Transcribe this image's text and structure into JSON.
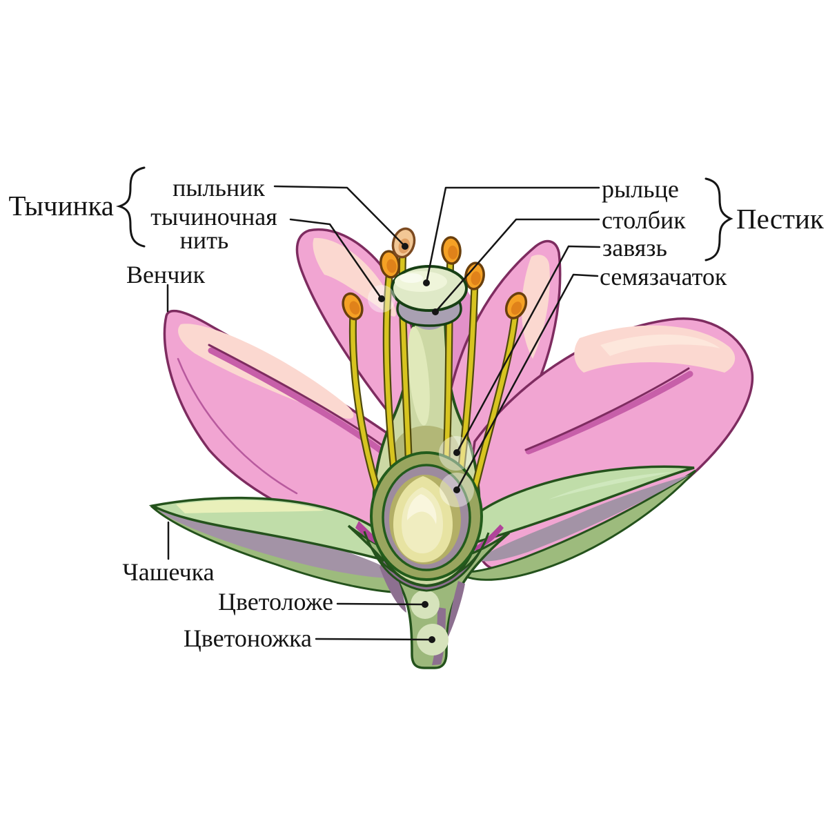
{
  "diagram_title": "flower-anatomy-diagram",
  "labels": {
    "stamen_group": "Тычинка",
    "anther": "пыльник",
    "filament_line1": "тычиночная",
    "filament_line2": "нить",
    "corolla": "Венчик",
    "stigma": "рыльце",
    "style": "столбик",
    "ovary": "завязь",
    "ovule": "семязачаток",
    "pistil_group": "Пестик",
    "calyx": "Чашечка",
    "receptacle": "Цветоложе",
    "pedicel": "Цветоножка"
  },
  "colors": {
    "petal_pink": "#F1A5D2",
    "petal_highlight": "#FBD8D0",
    "petal_shadow": "#CE6FB4",
    "petal_outline": "#7E2C60",
    "petal_back": "#E391C9",
    "filament_yellow": "#D7C420",
    "filament_outline": "#4F4A0C",
    "anther_orange": "#F5A125",
    "anther_orange_dark": "#E0821A",
    "anther_outline": "#693F0D",
    "anther_beige": "#F2C795",
    "anther_beige_dark": "#E09F63",
    "anther_beige_outline": "#7C4A20",
    "pistil_surface": "#CCD8A4",
    "pistil_light": "#E0E9BA",
    "stigma_light": "#DFE9C7",
    "stigma_top": "#EFF5DA",
    "stigma_band": "#A9A0B2",
    "ovary_wall": "#99A55F",
    "ovary_flare": "#B2B777",
    "ovary_chamber": "#9D8B9E",
    "ovary_inner": "#B3AF66",
    "ovule_cream": "#E7E3A2",
    "ovule_light": "#F0EDC0",
    "ovule_shine": "#F9F6DD",
    "sepal_green": "#C0DDA9",
    "sepal_green_deep": "#9DBB7D",
    "sepal_highlight": "#E9F0BA",
    "sepal_mint": "#CFE8BD",
    "sepal_shadow": "#A393A6",
    "receptacle_green": "#9CB87B",
    "stem_mauve": "#8D7090",
    "stem_spot": "#D6E3BC",
    "magenta_wedge": "#B0449A",
    "outline_green": "#24521C",
    "ring_green": "#235C1C",
    "line_black": "#151515"
  }
}
